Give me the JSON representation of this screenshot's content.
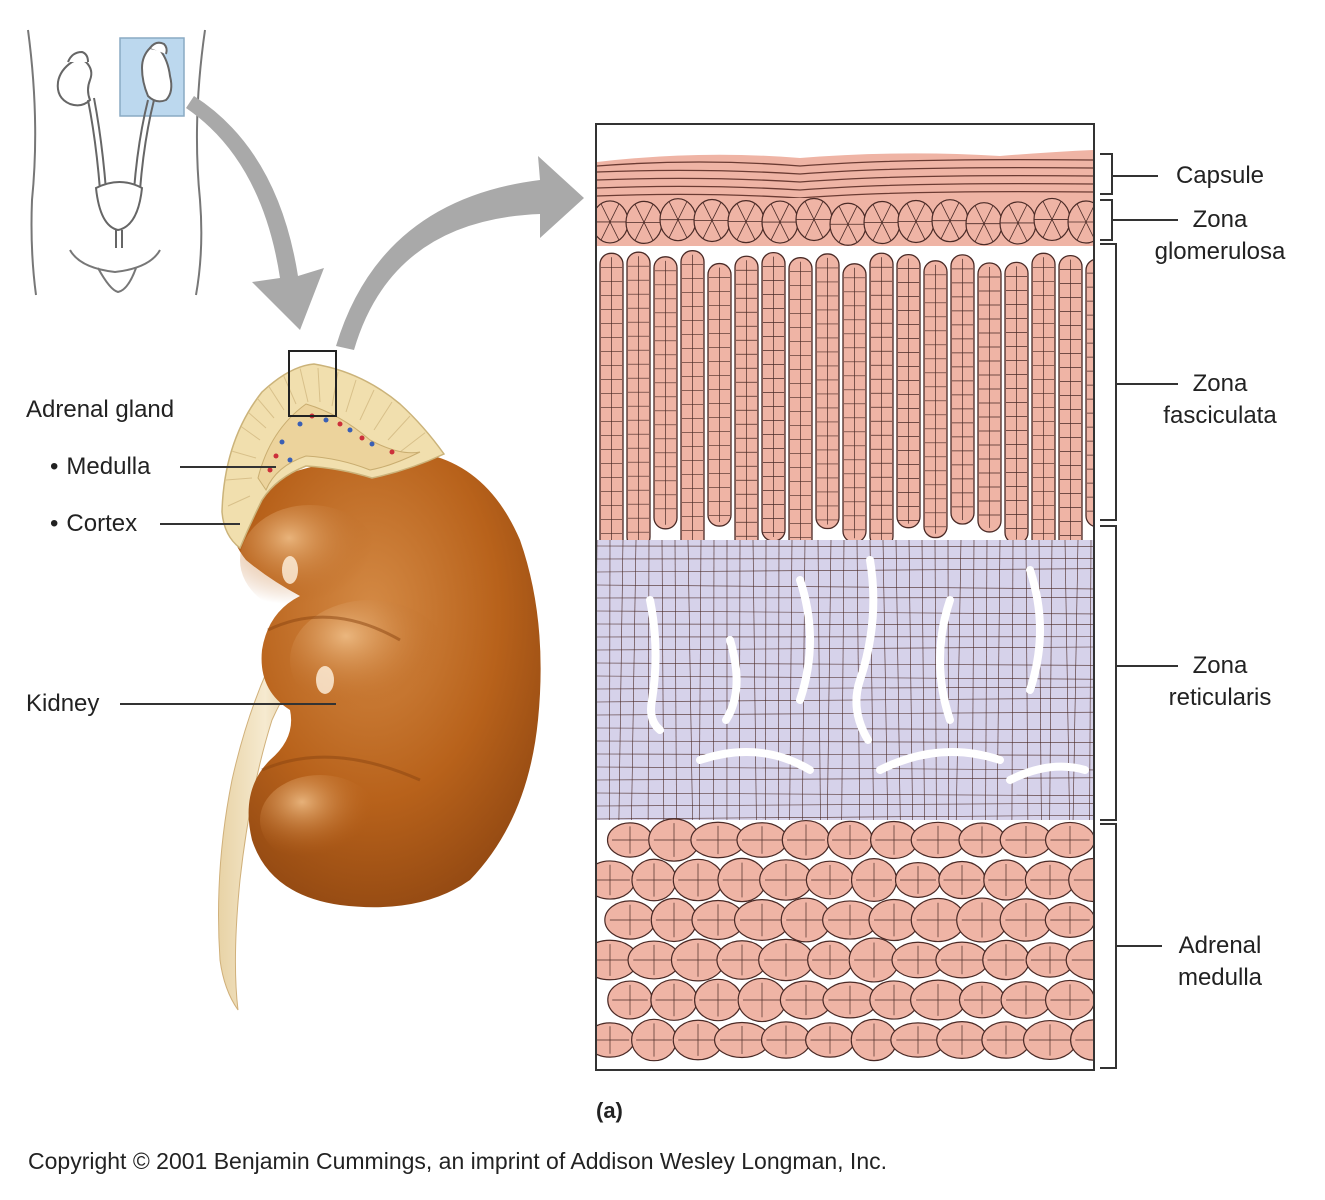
{
  "left_labels": {
    "adrenal_gland": "Adrenal gland",
    "medulla": "Medulla",
    "cortex": "Cortex",
    "kidney": "Kidney"
  },
  "zones": [
    {
      "id": "capsule",
      "lines": [
        "Capsule"
      ]
    },
    {
      "id": "zona-glomerulosa",
      "lines": [
        "Zona",
        "glomerulosa"
      ]
    },
    {
      "id": "zona-fasciculata",
      "lines": [
        "Zona",
        "fasciculata"
      ]
    },
    {
      "id": "zona-reticularis",
      "lines": [
        "Zona",
        "reticularis"
      ]
    },
    {
      "id": "adrenal-medulla",
      "lines": [
        "Adrenal",
        "medulla"
      ]
    }
  ],
  "figure_label": "(a)",
  "copyright": "Copyright © 2001 Benjamin Cummings, an imprint of Addison Wesley Longman, Inc.",
  "colors": {
    "kidney": "#b8621b",
    "kidney_highlight": "#e3a060",
    "cortex": "#f1dfae",
    "tissue_pink": "#efb4a5",
    "tissue_lavender": "#d6d2ea",
    "arrow": "#a9a9a9",
    "highlight_box": "#bcd8ee"
  }
}
